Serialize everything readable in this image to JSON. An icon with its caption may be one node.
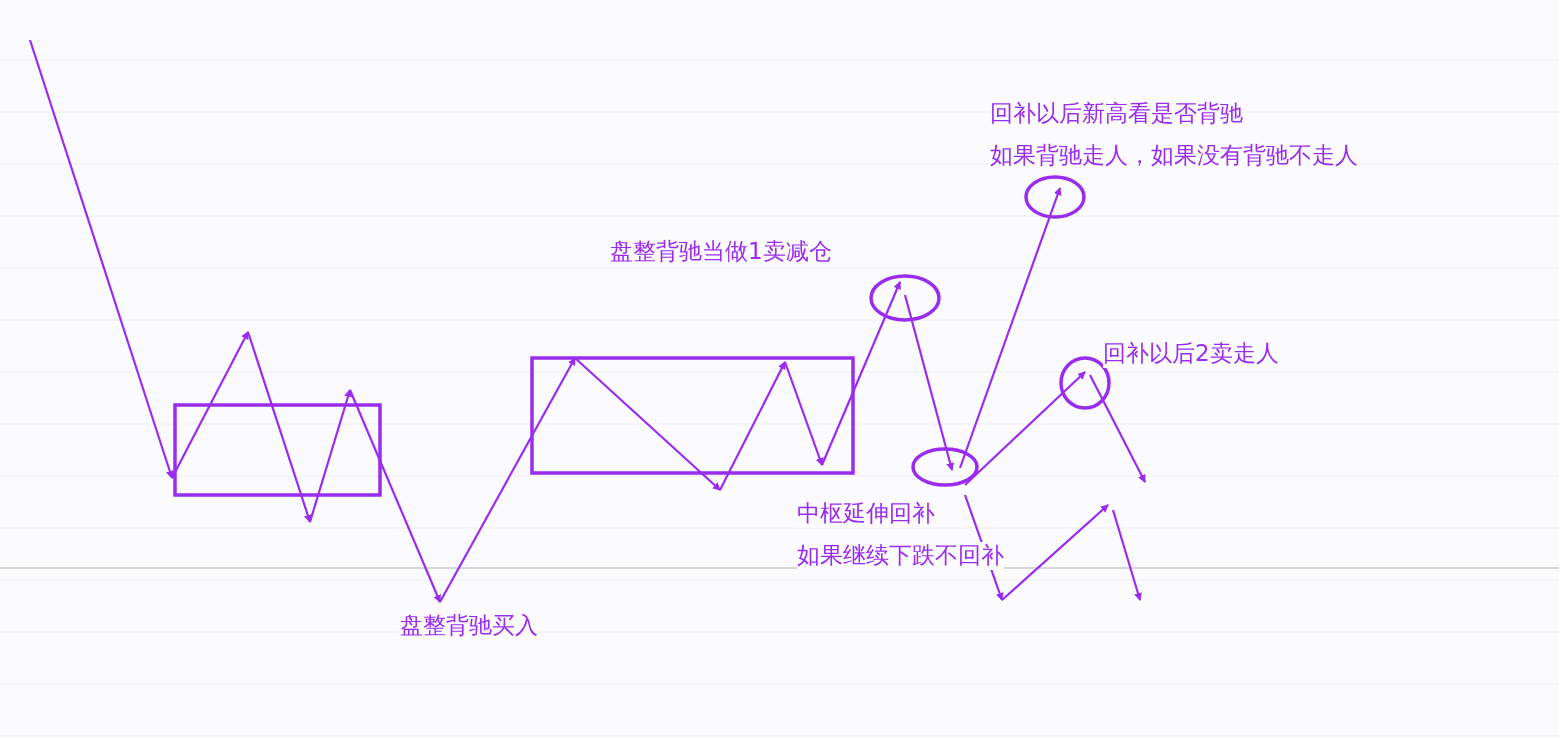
{
  "diagram": {
    "labels": [
      "回补以后新高看是否背驰",
      "如果背驰走人，如果没有背驰不走人",
      "盘整背驰当做1卖减仓",
      "回补以后2卖走人",
      "中枢延伸回补",
      "如果继续下跌不回补",
      "盘整背驰买入"
    ]
  }
}
